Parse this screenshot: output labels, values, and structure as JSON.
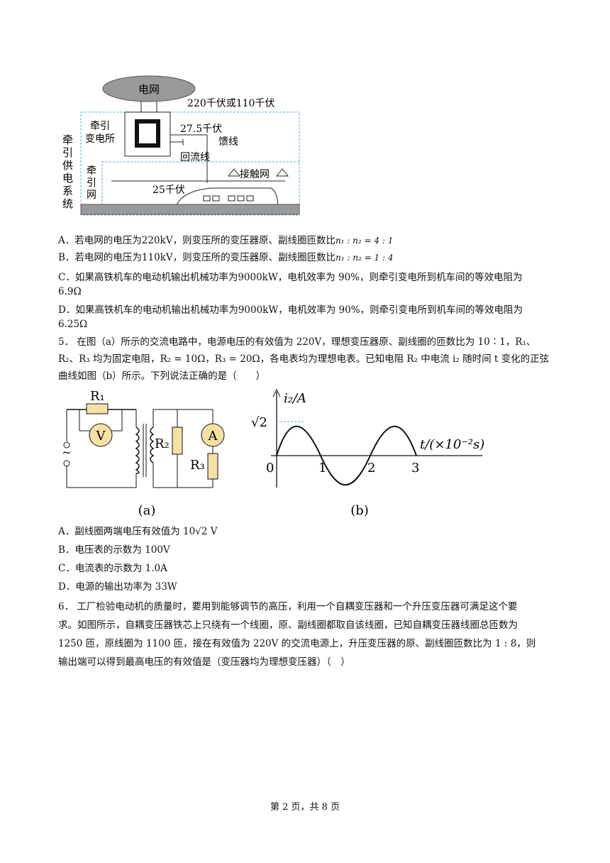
{
  "figure1": {
    "grid_label": "电网",
    "voltage_label": "220千伏或110千伏",
    "substation_label_1": "牵引",
    "substation_label_2": "变电所",
    "v27": "27.5千伏",
    "feeder": "馈线",
    "return_line": "回流线",
    "contact_net": "接触网",
    "traction_net_1": "牵",
    "traction_net_2": "引",
    "traction_net_3": "网",
    "v25": "25千伏",
    "system_label": [
      "牵",
      "引",
      "供",
      "电",
      "系",
      "统"
    ]
  },
  "q4_options": {
    "A": {
      "prefix": "A．若电网的电压为",
      "voltage": "220kV",
      "mid": "，则变压所的变压器原、副线圈匝数比",
      "ratio": "n₁ : n₂ = 4 : 1"
    },
    "B": {
      "prefix": "B．若电网的电压为",
      "voltage": "110kV",
      "mid": "，则变压所的变压器原、副线圈匝数比",
      "ratio": "n₁ : n₂ = 1 : 4"
    },
    "C": {
      "text": "C．如果高铁机车的电动机输出机械功率为9000kW，电机效率为 90%，则牵引变电所到机车间的等效电阻为",
      "value": "6.9Ω"
    },
    "D": {
      "text": "D．如果高铁机车的电动机输出机械功率为9000kW，电机效率为 90%，则牵引变电所到机车间的等效电阻为",
      "value": "6.25Ω"
    }
  },
  "q5": {
    "line1": "5． 在图（a）所示的交流电路中，电源电压的有效值为 220V，理想变压器原、副线圈的匝数比为 10∶1，R₁、",
    "line2": "R₂、R₃ 均为固定电阻，R₂ = 10Ω，R₃ = 20Ω，各电表均为理想电表。已知电阻 R₂ 中电流 i₂ 随时间 t 变化的正弦",
    "line3": "曲线如图（b）所示。下列说法正确的是（　　）",
    "circuit": {
      "r1": "R₁",
      "v": "V",
      "a": "A",
      "r2": "R₂",
      "r3": "R₃",
      "source": "~",
      "caption": "(a)"
    },
    "graph": {
      "ylabel": "i₂/A",
      "xlabel": "t/(×10⁻²s)",
      "peak": "√2",
      "origin": "0",
      "ticks": [
        "1",
        "2",
        "3"
      ],
      "caption": "(b)"
    },
    "options": {
      "A": "A．副线圈两端电压有效值为 10√2 V",
      "B": "B．电压表的示数为 100V",
      "C": "C．电流表的示数为 1.0A",
      "D": "D．电源的输出功率为 33W"
    }
  },
  "q6": {
    "line1": "6． 工厂检验电动机的质量时，要用到能够调节的高压，利用一个自耦变压器和一个升压变压器可满足这个要",
    "line2": "求。如图所示，自耦变压器铁芯上只绕有一个线圈，原、副线圈都取自该线圈，已知自耦变压器线圈总匝数为",
    "line3": "1250 匝，原线圈为 1100 匝，接在有效值为 220V 的交流电源上，升压变压器的原、副线圈匝数比为 1 : 8，则",
    "line4": "输出端可以得到最高电压的有效值是（变压器均为理想变压器）（　）"
  },
  "footer": "第 2 页，共 8 页"
}
